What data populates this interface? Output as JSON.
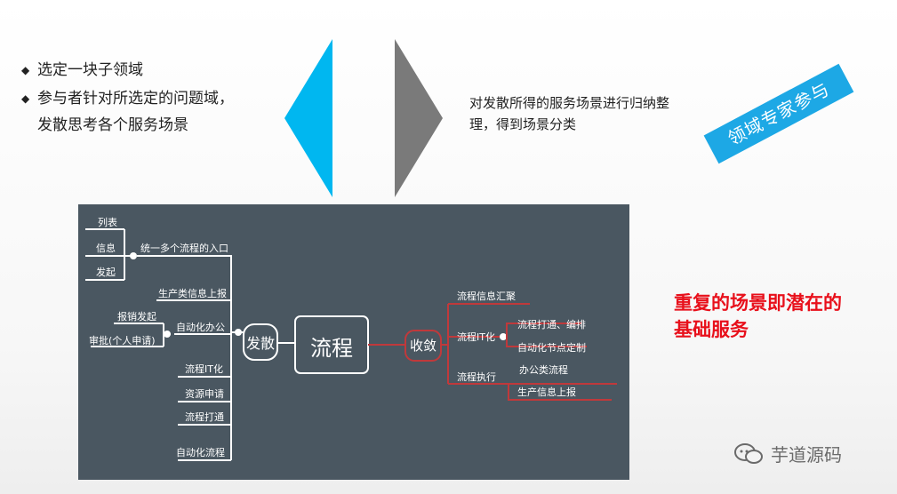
{
  "bullets": [
    {
      "text": "选定一块子领域"
    },
    {
      "text": "参与者针对所选定的问题域，发散思考各个服务场景"
    }
  ],
  "right_text": "对发散所得的服务场景进行归纳整理，得到场景分类",
  "badge": "领域专家参与",
  "red_note": "重复的场景即潜在的基础服务",
  "watermark": "芋道源码",
  "mindmap": {
    "center": "流程",
    "diverge": "发散",
    "converge": "收敛",
    "left": {
      "unified_entry": "统一多个流程的入口",
      "list": "列表",
      "info": "信息",
      "initiate": "发起",
      "production_report": "生产类信息上报",
      "office_automation": "自动化办公",
      "expense": "报销发起",
      "approval": "审批(个人申请)",
      "process_it": "流程IT化",
      "resource_request": "资源申请",
      "process_connect": "流程打通",
      "auto_process": "自动化流程"
    },
    "right": {
      "info_summary": "流程信息汇聚",
      "process_it": "流程IT化",
      "connect_orchestrate": "流程打通、编排",
      "auto_node": "自动化节点定制",
      "execution": "流程执行",
      "office_process": "办公类流程",
      "production_report": "生产信息上报"
    }
  },
  "colors": {
    "cyan_triangle": "#00b7f0",
    "gray_triangle": "#7a7a7a",
    "badge": "#1da8e5",
    "red_note": "#e8101b",
    "mindmap_bg": "#4a5761",
    "converge_lines": "#c0393b"
  }
}
